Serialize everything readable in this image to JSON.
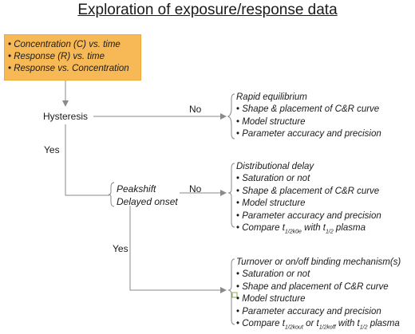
{
  "title": "Exploration of exposure/response data",
  "data_box": [
    "Concentration (C) vs. time",
    "Response (R) vs. time",
    "Response vs. Concentration"
  ],
  "nodes": {
    "hysteresis": "Hysteresis",
    "peakshift": "Peakshift",
    "delayed_onset": "Delayed onset"
  },
  "edge_labels": {
    "no1": "No",
    "yes1": "Yes",
    "no2": "No",
    "yes2": "Yes"
  },
  "outcome_rapid": {
    "heading": "Rapid equilibrium",
    "items": [
      "Shape & placement of C&R curve",
      "Model structure",
      "Parameter accuracy and precision"
    ]
  },
  "outcome_distributional": {
    "heading": "Distributional delay",
    "items": [
      "Saturation or not",
      "Shape & placement of C&R curve",
      "Model structure",
      "Parameter accuracy and precision"
    ],
    "compare": {
      "a": "Compare t",
      "a_sub": "1/2k0e",
      "b": " with t",
      "b_sub": "1/2",
      "c": " plasma"
    }
  },
  "outcome_turnover": {
    "heading": "Turnover or on/off binding mechanism(s)",
    "items": [
      "Saturation or not",
      "Shape and placement of C&R curve",
      "Model structure",
      "Parameter accuracy and precision"
    ],
    "compare": {
      "a": "Compare t",
      "a_sub": "1/2kout",
      "b": " or t",
      "b_sub": "1/2koff",
      "c": "  with t",
      "d_sub": "1/2",
      "e": " plasma"
    }
  },
  "colors": {
    "box_fill": "#f7b955",
    "line": "#8a8a8a"
  }
}
